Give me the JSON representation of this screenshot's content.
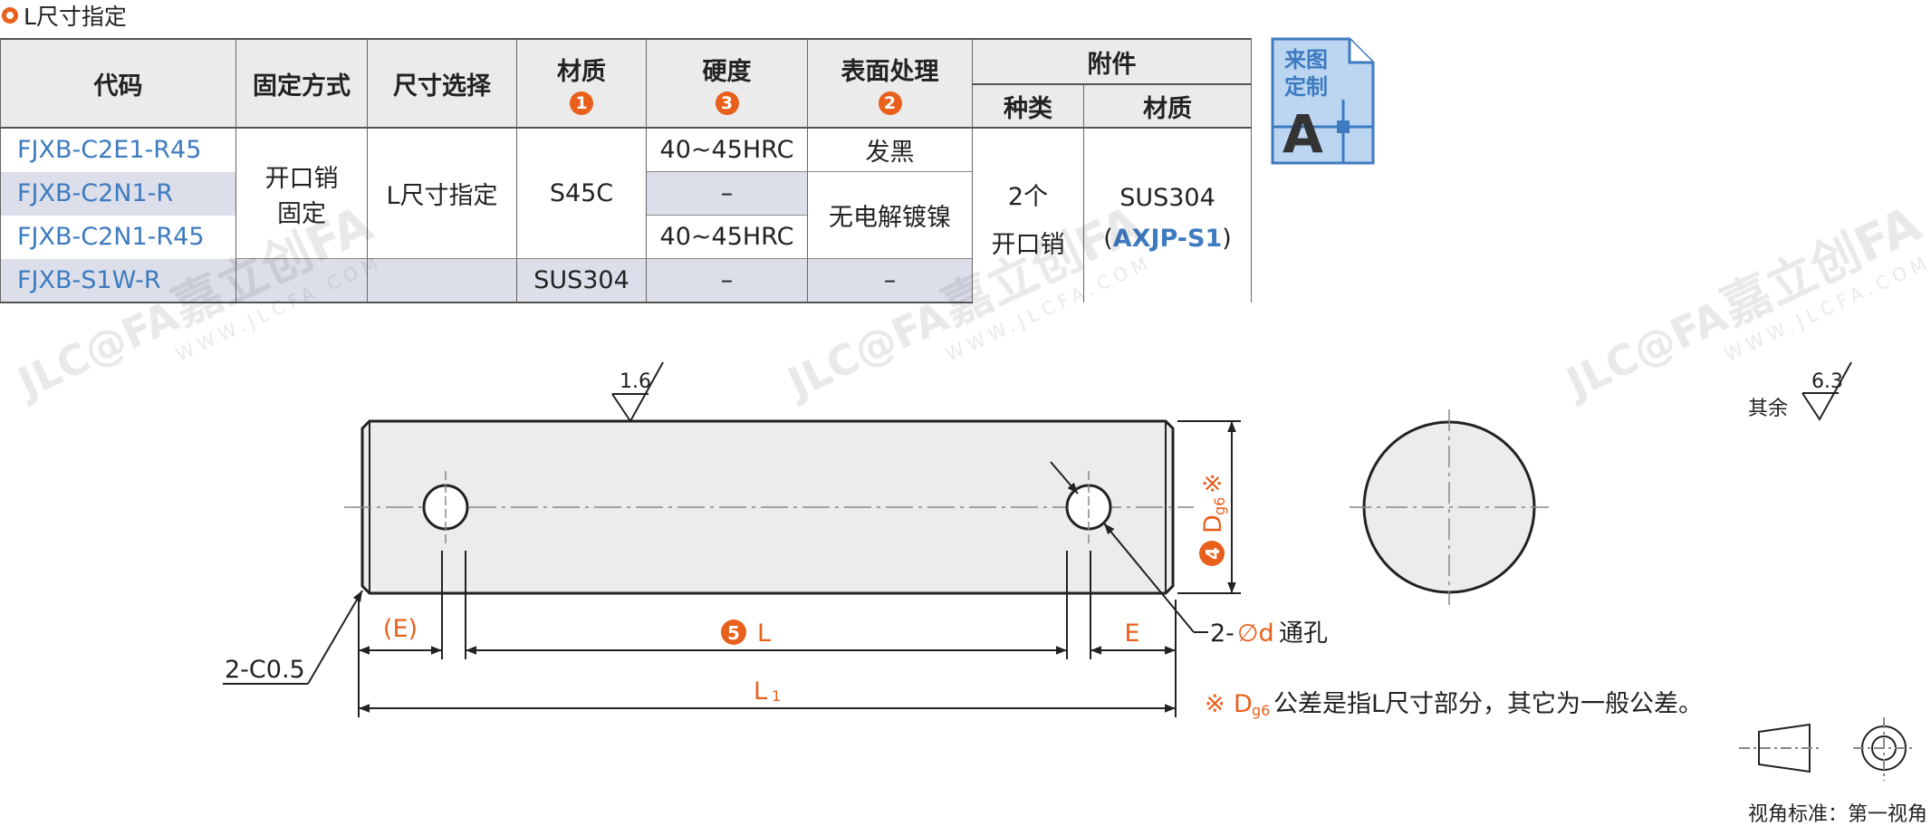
{
  "section_title": "L尺寸指定",
  "table": {
    "headers": {
      "code": "代码",
      "fixing": "固定方式",
      "size_select": "尺寸选择",
      "material": "材质",
      "material_badge": "1",
      "hardness": "硬度",
      "hardness_badge": "3",
      "surface": "表面处理",
      "surface_badge": "2",
      "accessory": "附件",
      "acc_type": "种类",
      "acc_material": "材质"
    },
    "rows": [
      {
        "code": "FJXB-C2E1-R45",
        "hardness": "40~45HRC",
        "surface": "发黑"
      },
      {
        "code": "FJXB-C2N1-R",
        "hardness": "–"
      },
      {
        "code": "FJXB-C2N1-R45",
        "hardness": "40~45HRC"
      },
      {
        "code": "FJXB-S1W-R",
        "material": "SUS304",
        "hardness": "–",
        "surface": "–"
      }
    ],
    "merged": {
      "fixing_line1": "开口销",
      "fixing_line2": "固定",
      "size_select": "L尺寸指定",
      "material_s45c": "S45C",
      "surface_plating": "无电解镀镍",
      "acc_type_line1": "2个",
      "acc_type_line2": "开口销",
      "acc_mat_line1": "SUS304",
      "acc_mat_line2_open": "(",
      "acc_mat_line2_code": "AXJP-S1",
      "acc_mat_line2_close": ")"
    }
  },
  "badge_icon": {
    "line1": "来图",
    "line2": "定制",
    "letter": "A"
  },
  "watermark": {
    "brand": "JLC@FA",
    "cn": "嘉立创FA",
    "url": "WWW.JLCFA.COM"
  },
  "drawing": {
    "roughness_main": "1.6",
    "roughness_other": "6.3",
    "roughness_other_label": "其余",
    "chamfer": "2-C0.5",
    "hole_label_prefix": "2-",
    "hole_label_dia": "∅d",
    "hole_label_suffix": "通孔",
    "dim_e_left": "(E)",
    "dim_l_badge": "5",
    "dim_l": "L",
    "dim_e_right": "E",
    "dim_l1": "L",
    "dim_l1_sub": "1",
    "dim_d_badge": "4",
    "dim_d": "D",
    "dim_d_sub": "g6",
    "dim_d_mark": "※",
    "note_mark": "※",
    "note_d": "D",
    "note_d_sub": "g6",
    "note_text": "公差是指L尺寸部分，其它为一般公差。",
    "projection_label": "视角标准：第一视角"
  },
  "colors": {
    "accent_orange": "#e8601c",
    "code_blue": "#3d7bc0",
    "row_shade": "#dcdfea",
    "header_gray": "#ebebeb",
    "part_fill": "#ececec"
  }
}
